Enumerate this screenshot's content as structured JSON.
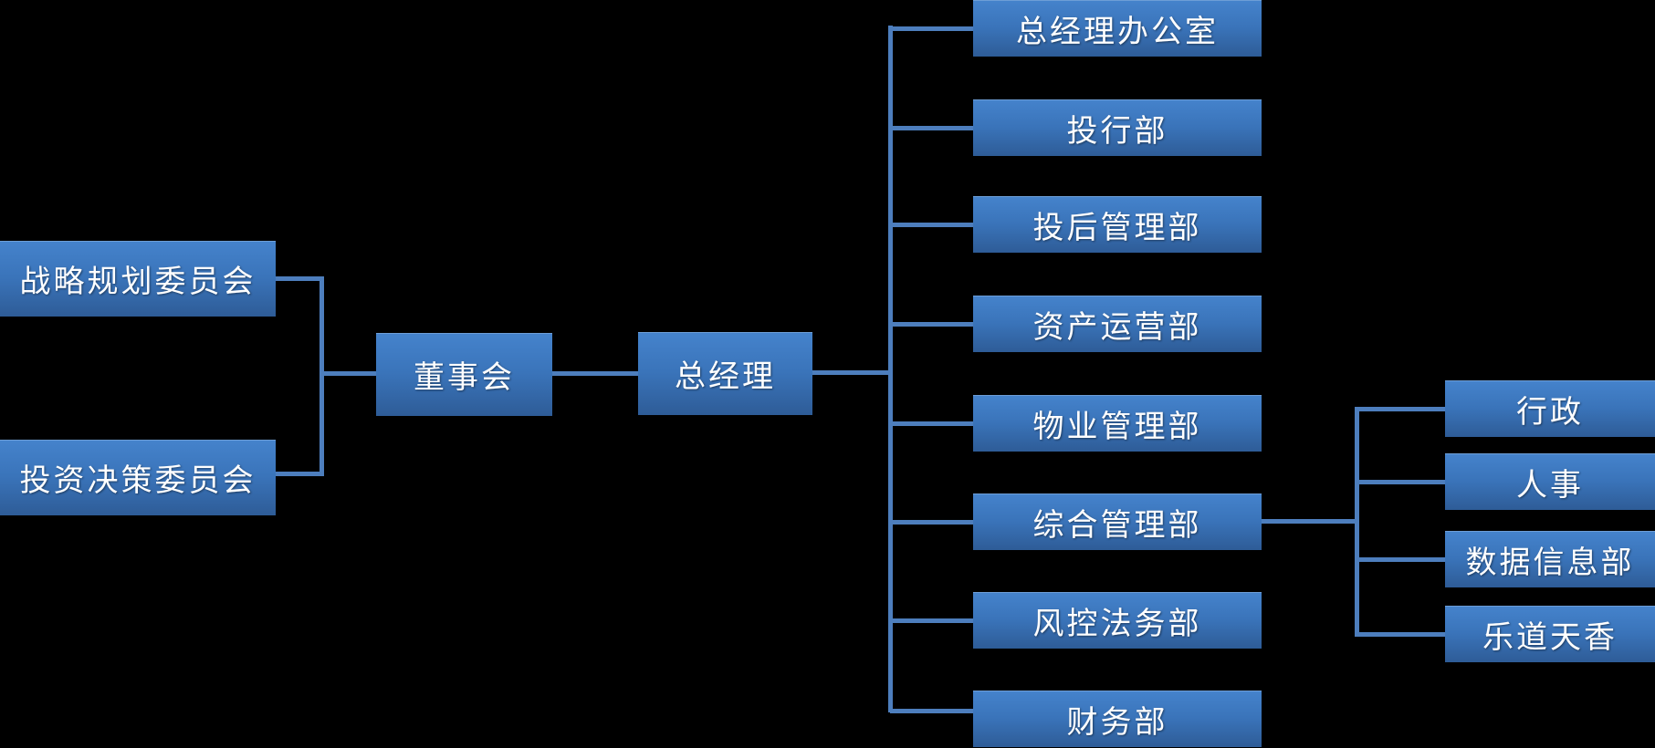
{
  "org": {
    "committees": [
      {
        "label": "战略规划委员会"
      },
      {
        "label": "投资决策委员会"
      }
    ],
    "board": {
      "label": "董事会"
    },
    "general_manager": {
      "label": "总经理"
    },
    "departments": [
      {
        "label": "总经理办公室"
      },
      {
        "label": "投行部"
      },
      {
        "label": "投后管理部"
      },
      {
        "label": "资产运营部"
      },
      {
        "label": "物业管理部"
      },
      {
        "label": "综合管理部"
      },
      {
        "label": "风控法务部"
      },
      {
        "label": "财务部"
      }
    ],
    "sub_departments_parent": "综合管理部",
    "sub_departments": [
      {
        "label": "行政"
      },
      {
        "label": "人事"
      },
      {
        "label": "数据信息部"
      },
      {
        "label": "乐道天香"
      }
    ]
  },
  "colors": {
    "background": "#000000",
    "node_gradient_top": "#4583cc",
    "node_gradient_bottom": "#2e5c97",
    "connector": "#4d7ebd",
    "text": "#ffffff"
  }
}
